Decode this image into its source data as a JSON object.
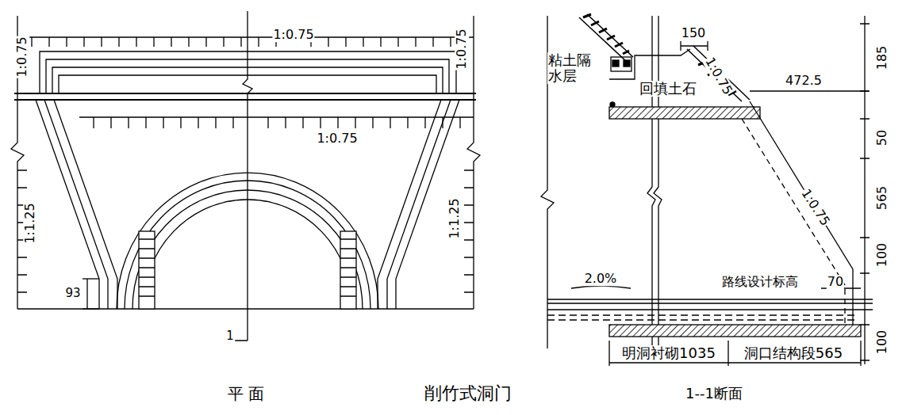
{
  "diagram": {
    "caption": "削竹式洞门",
    "labels": [
      "1:0.75",
      "1:0.75",
      "1:0.75",
      "1:0.75",
      "1:1.25",
      "1:1.25",
      "93",
      "1",
      "平 面",
      "粘土隔 水层",
      "回填土石",
      "150",
      "1:0.75",
      "472.5",
      "185",
      "50",
      "565",
      "100",
      "路线设计标高",
      "70",
      "2.0%",
      "1:0.75",
      "100",
      "明洞衬砌1035",
      "洞口结构段565",
      "1--1断面"
    ]
  }
}
